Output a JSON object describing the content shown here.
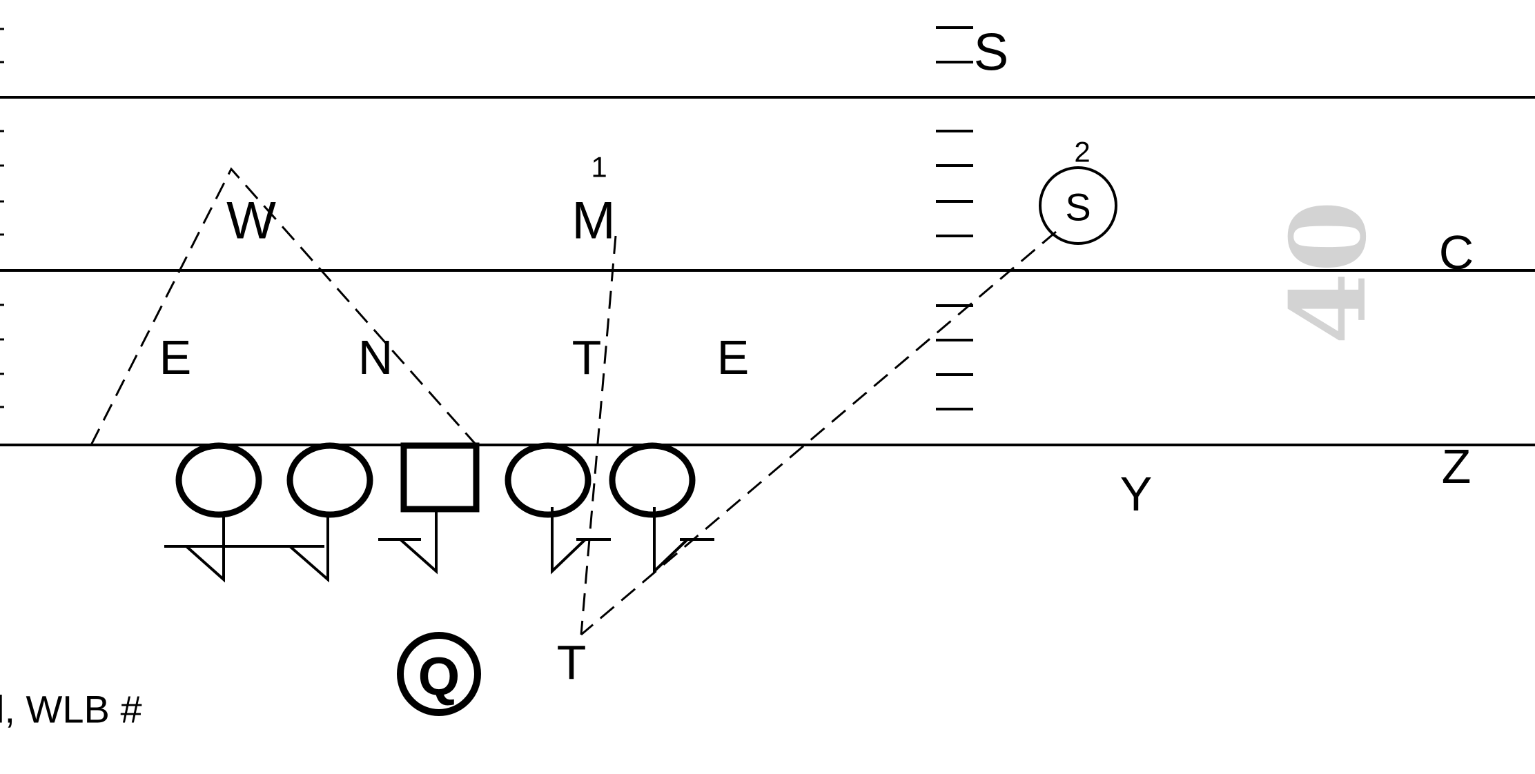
{
  "defense": {
    "safety_deep": "S",
    "will": "W",
    "mike": "M",
    "mike_number": "1",
    "safety_circled": "S",
    "safety_number": "2",
    "corner": "C",
    "end_left": "E",
    "nose": "N",
    "tackle": "T",
    "end_right": "E"
  },
  "offense": {
    "quarterback": "Q",
    "tailback": "T",
    "tight_end": "Y",
    "flanker": "Z"
  },
  "field": {
    "yard_number": "40"
  },
  "caption": "l, WLB #"
}
